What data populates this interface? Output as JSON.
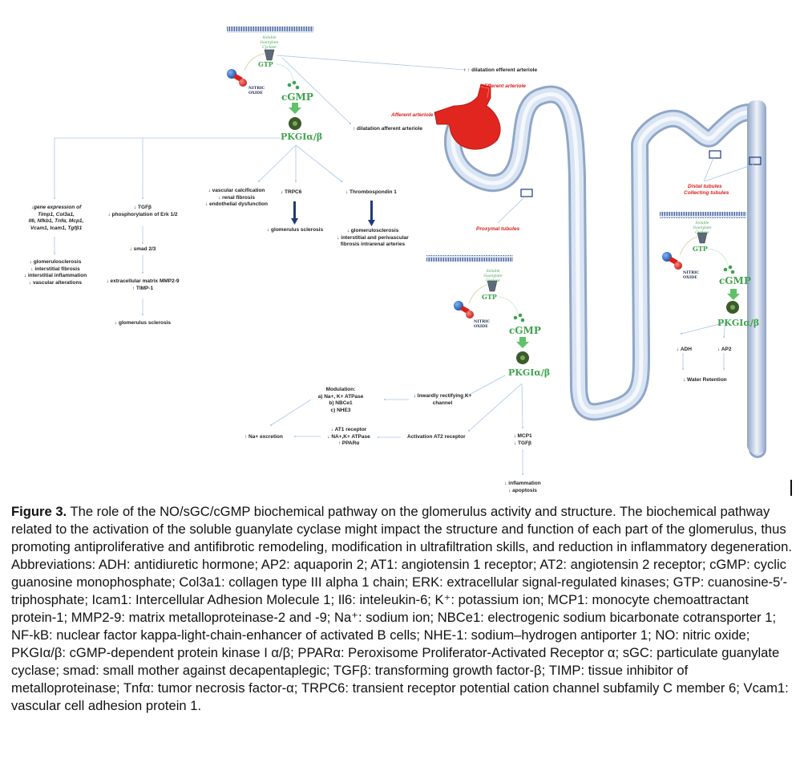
{
  "figure": {
    "top_module": {
      "sgc_label": "Soluble Guanylate Cyclase",
      "gtp": "GTP",
      "nitric_oxide": "NITRIC OXIDE",
      "cgmp": "cGMP",
      "pkg": "PKGIα/β"
    },
    "top_effects": {
      "dilatation_efferent": "↑ ↑ dilatation efferent arteriole",
      "dilatation_afferent": "↑ dilatation afferent arteriole"
    },
    "anatomy": {
      "efferent_arteriole": "Efferent arteriole",
      "afferent_arteriole": "Afferent arteriole",
      "proximal_tubules": "Proxymal tubules",
      "distal_tubules": "Distal tubules",
      "collecting_tubules": "Collecting tubules"
    },
    "branch_gene": {
      "line1": "↓gene expression of",
      "line2": "Timp1, Col3a1,",
      "line3": "Il6, Nfkb1, Tnfα, Mcp1,",
      "line4": "Vcam1, Icam1, Tgfβ1",
      "out1": "↓  glomerulosclerosis",
      "out2": "↓ interstitial fibrosis",
      "out3": "↓ interstitial inflammation",
      "out4": "↓ vascular alterations"
    },
    "branch_tgf": {
      "line1": "↓ TGFβ",
      "line2": "↓ phosphorylation of Erk 1/2",
      "smad": "↓ smad 2/3",
      "ecm1": "↓ extracellular matrix MMP2-9",
      "ecm2": "↑ TIMP-1",
      "out": "↓  glomerulus sclerosis"
    },
    "branch_vascular": {
      "line1": "↓  vascular calcification",
      "line2": "↓ renal fibrosis",
      "line3": "↓ endothelial dysfunction"
    },
    "branch_trpc6": {
      "label": "↓ TRPC6",
      "out": "↓  glomerulus sclerosis"
    },
    "branch_thrombospondin": {
      "label": "↓ Thrombospondin 1",
      "out1": "↓ glomerulosclerosis",
      "out2": "↓ interstitial and perivascular",
      "out3": "fibrosis intrarenal arteries"
    },
    "proximal_module": {
      "sgc_label": "Soluble Guanylate Cyclase",
      "gtp": "GTP",
      "nitric_oxide": "NITRIC OXIDE",
      "cgmp": "cGMP",
      "pkg": "PKGIα/β",
      "modulation_title": "Modulation:",
      "modulation_a": "a)   Na+, K+ ATPase",
      "modulation_b": "b)    NBCe1",
      "modulation_c": "c)    NHE3",
      "inward_k1": "↓ Inwardly rectifying K+",
      "inward_k2": "channel",
      "at1_1": "↓ AT1 receptor",
      "at1_2": "↓ NA+,K+ ATPase",
      "at1_3": "↑ PPARα",
      "na_excretion": "↑ Na+ excretion",
      "at2": "Activation AT2 receptor",
      "mcp1": "↓ MCP1",
      "tgfb": "↓ TGFβ",
      "inflammation": "↓ inflammation",
      "apoptosis": "↓ apoptosis"
    },
    "distal_module": {
      "sgc_label": "Soluble Guanylate Cyclase",
      "gtp": "GTP",
      "nitric_oxide": "NITRIC OXIDE",
      "cgmp": "cGMP",
      "pkg": "PKGIα/β",
      "adh": "↓ ADH",
      "ap2": "↓ AP2",
      "water": "↓ Water Retention"
    },
    "colors": {
      "green": "#3fa34d",
      "red": "#d8211c",
      "tube": "#c9d7ea",
      "arrow": "#9dbfe0",
      "navy": "#1f3a7a"
    }
  },
  "caption": {
    "label": "Figure 3.",
    "text": " The role of the NO/sGC/cGMP biochemical pathway on the glomerulus activity and structure. The biochemical pathway related to the activation of the soluble guanylate cyclase might impact the structure and function of each part of the glomerulus, thus promoting antiproliferative and antifibrotic remodeling, modification in ultrafiltration skills, and reduction in inflammatory degeneration. Abbreviations: ADH: antidiuretic hormone; AP2: aquaporin 2; AT1: angiotensin 1 receptor; AT2: angiotensin 2 receptor; cGMP: cyclic guanosine monophosphate; Col3a1: collagen type III alpha 1 chain; ERK: extracellular signal-regulated kinases; GTP: cuanosine-5′-triphosphate; Icam1: Intercellular Adhesion Molecule 1; Il6: inteleukin-6; K⁺: potassium ion; MCP1: monocyte chemoattractant protein-1; MMP2-9: matrix metalloproteinase-2 and -9; Na⁺: sodium ion; NBCe1: electrogenic sodium bicarbonate cotransporter 1; NF-kB: nuclear factor kappa-light-chain-enhancer of activated B cells; NHE-1: sodium–hydrogen antiporter 1; NO: nitric oxide; PKGIα/β: cGMP-dependent protein kinase I α/β; PPARα: Peroxisome Proliferator-Activated Receptor α; sGC: particulate guanylate cyclase; smad: small mother against decapentaplegic; TGFβ: transforming growth factor-β; TIMP: tissue inhibitor of metalloproteinase; Tnfα: tumor necrosis factor-α; TRPC6: transient receptor potential cation channel subfamily C member 6; Vcam1: vascular cell adhesion protein 1."
  }
}
